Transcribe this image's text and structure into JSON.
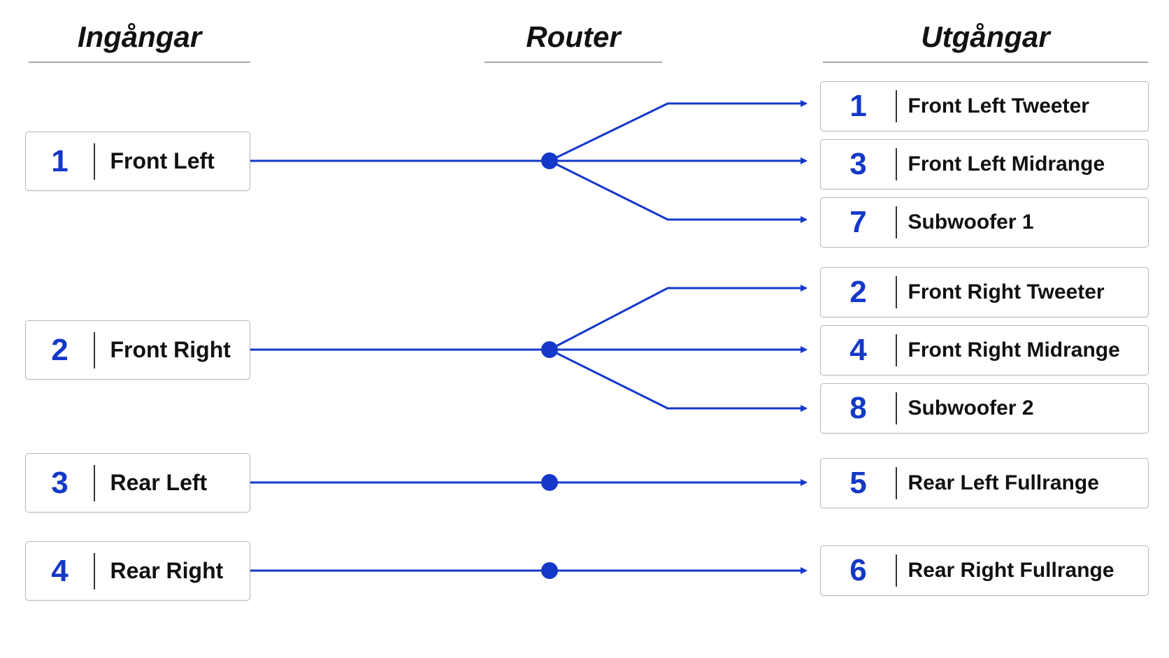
{
  "headers": {
    "inputs": "Ingångar",
    "router": "Router",
    "outputs": "Utgångar"
  },
  "inputs": [
    {
      "num": "1",
      "label": "Front Left"
    },
    {
      "num": "2",
      "label": "Front Right"
    },
    {
      "num": "3",
      "label": "Rear Left"
    },
    {
      "num": "4",
      "label": "Rear Right"
    }
  ],
  "outputs": [
    {
      "num": "1",
      "label": "Front Left Tweeter"
    },
    {
      "num": "3",
      "label": "Front Left Midrange"
    },
    {
      "num": "7",
      "label": "Subwoofer 1"
    },
    {
      "num": "2",
      "label": "Front Right Tweeter"
    },
    {
      "num": "4",
      "label": "Front Right Midrange"
    },
    {
      "num": "8",
      "label": "Subwoofer 2"
    },
    {
      "num": "5",
      "label": "Rear Left Fullrange"
    },
    {
      "num": "6",
      "label": "Rear Right Fullrange"
    }
  ],
  "routes": [
    {
      "input": 0,
      "outputs": [
        0,
        1,
        2
      ]
    },
    {
      "input": 1,
      "outputs": [
        3,
        4,
        5
      ]
    },
    {
      "input": 2,
      "outputs": [
        6
      ]
    },
    {
      "input": 3,
      "outputs": [
        7
      ]
    }
  ],
  "colors": {
    "accent": "#1438c8",
    "text": "#111111",
    "border": "#b9b9b9",
    "rule": "#a8a8a8"
  }
}
